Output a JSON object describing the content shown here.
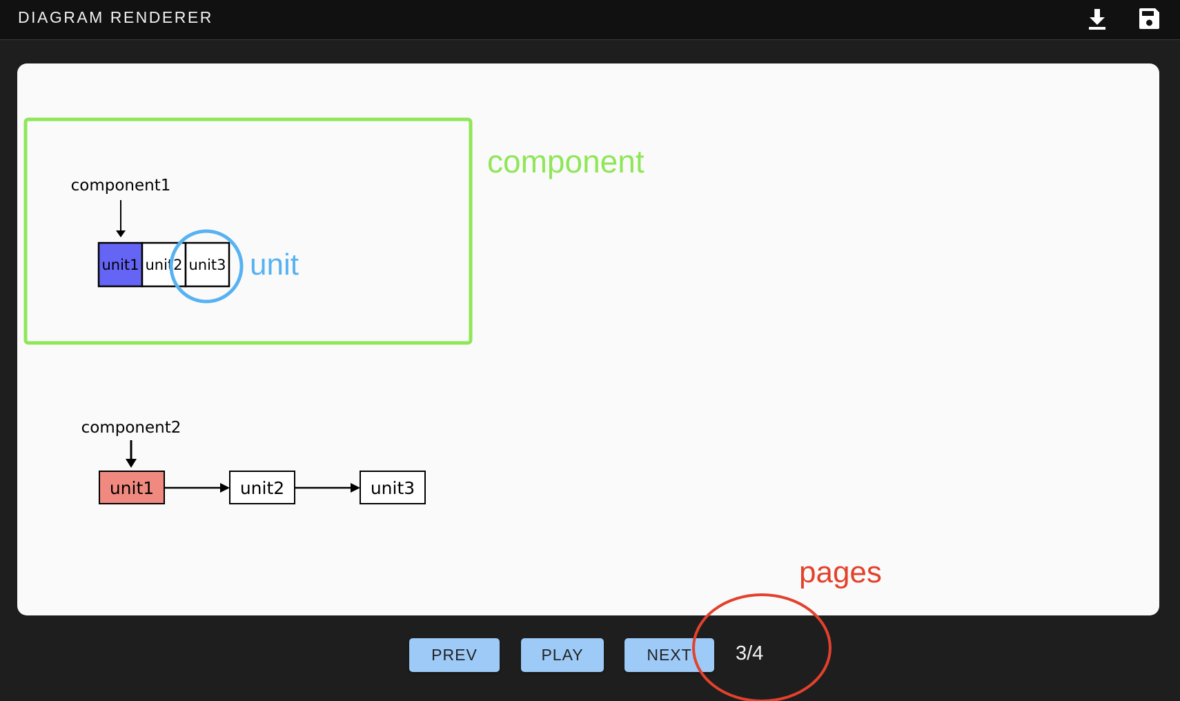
{
  "app": {
    "title": "DIAGRAM RENDERER"
  },
  "toolbar": {
    "download_icon": "download-icon",
    "save_icon": "save-icon"
  },
  "diagram": {
    "component1": {
      "label": "component1",
      "units": [
        "unit1",
        "unit2",
        "unit3"
      ],
      "active_color": "#6464f5"
    },
    "component2": {
      "label": "component2",
      "units": [
        "unit1",
        "unit2",
        "unit3"
      ],
      "active_color": "#f08a80"
    }
  },
  "annotations": {
    "component_label": "component",
    "component_color": "#8fe657",
    "unit_label": "unit",
    "unit_color": "#56b2f2",
    "pages_label": "pages",
    "pages_color": "#e3412c"
  },
  "controls": {
    "prev_label": "PREV",
    "play_label": "PLAY",
    "next_label": "NEXT",
    "page_indicator": "3/4",
    "button_color": "#9dcaf7"
  }
}
